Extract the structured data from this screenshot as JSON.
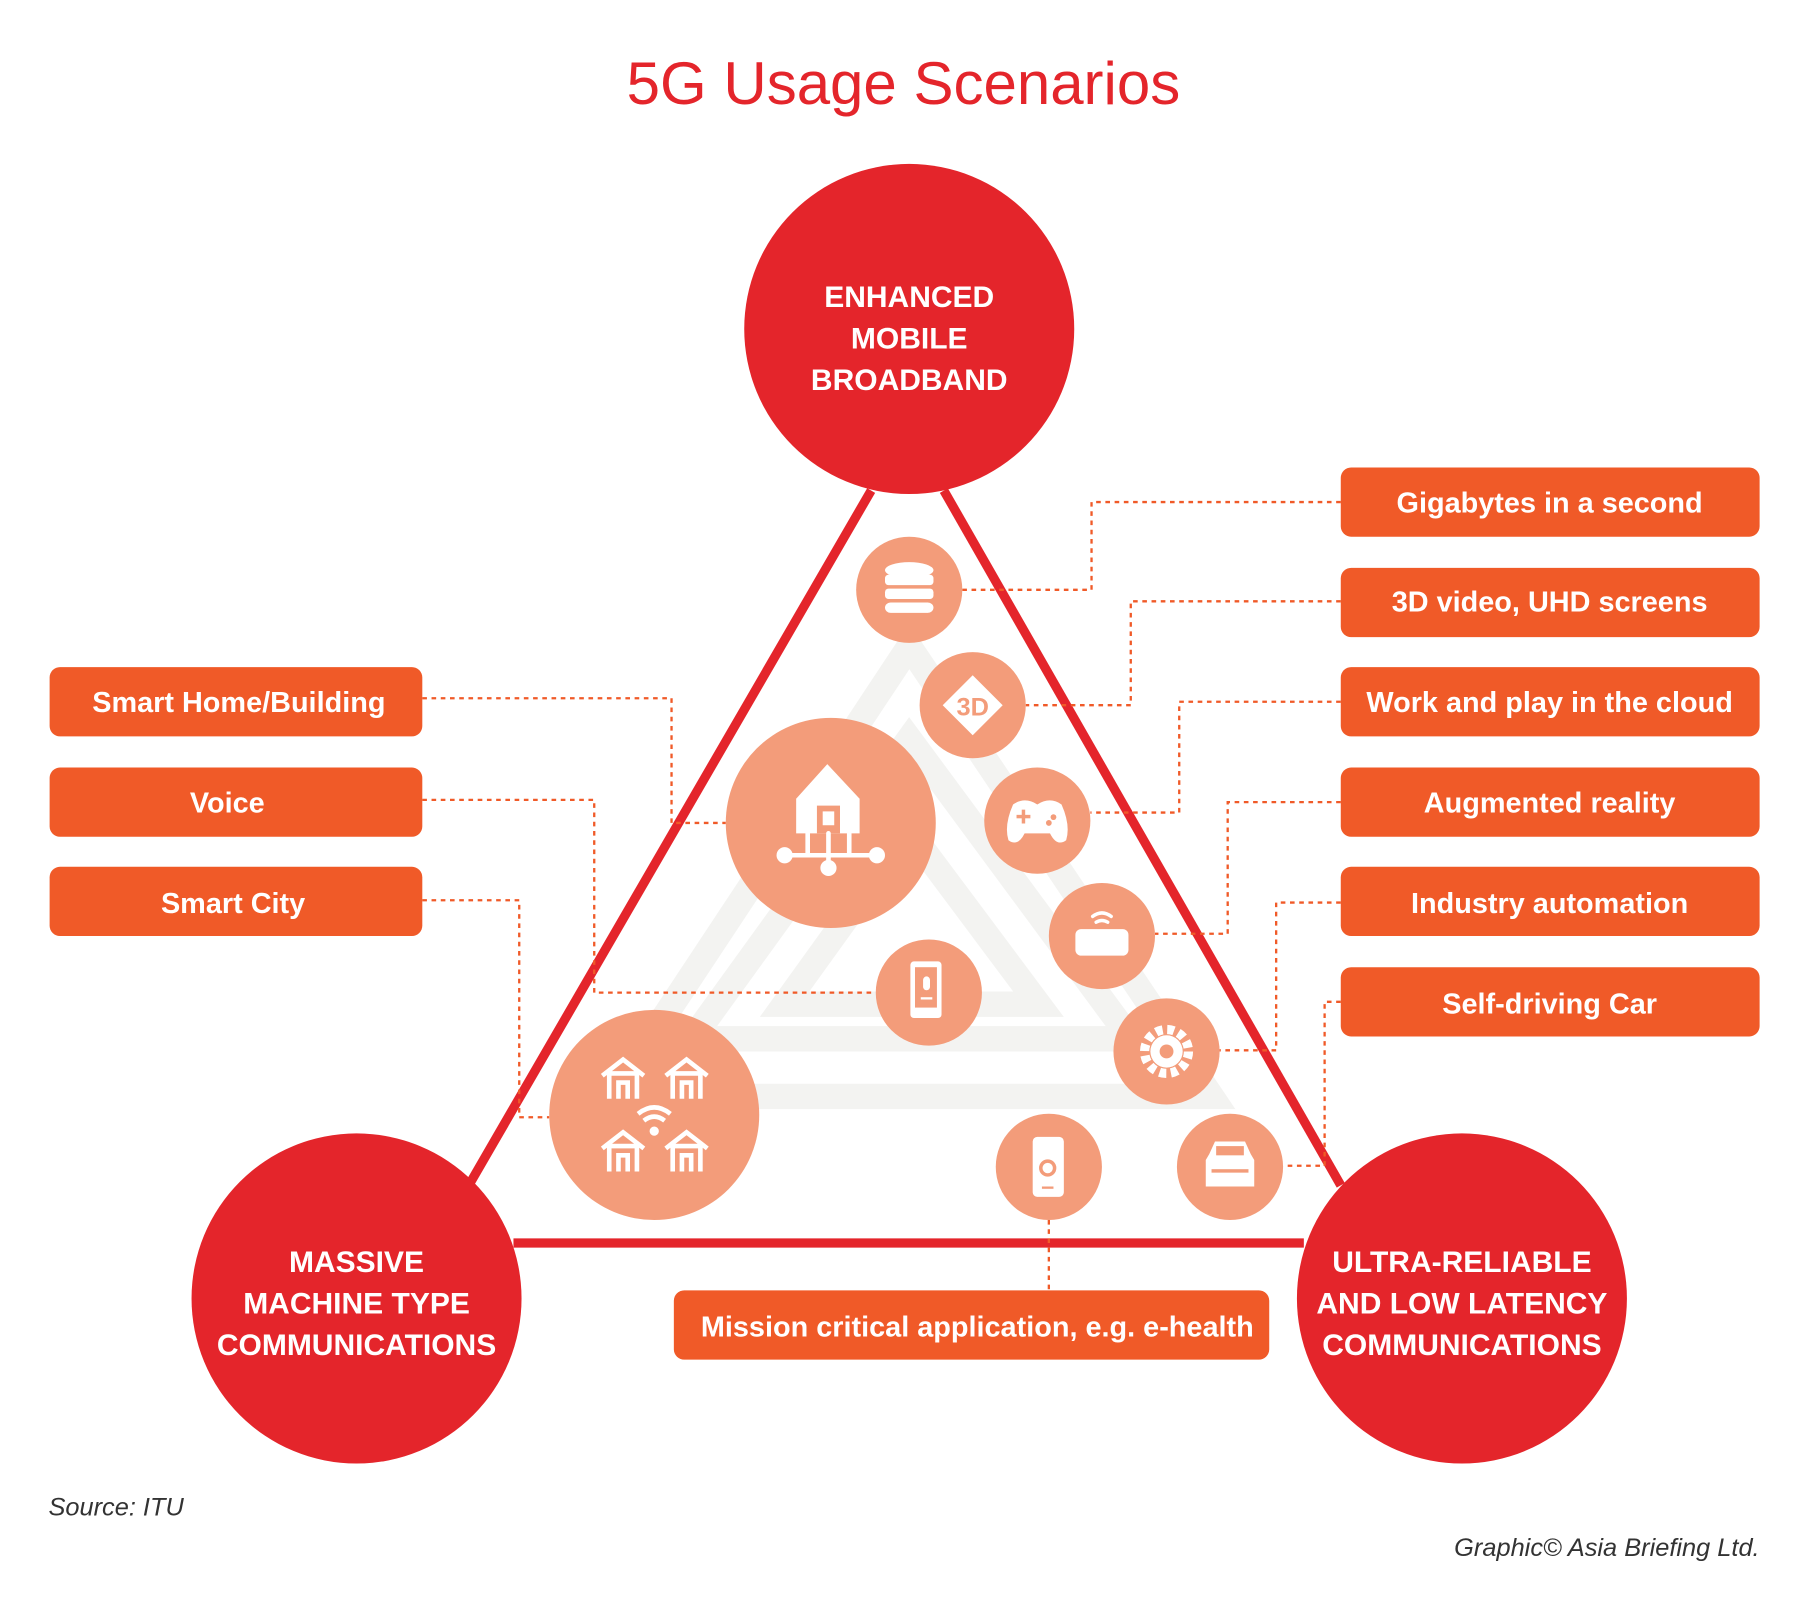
{
  "title": "5G Usage Scenarios",
  "hubs": {
    "embb": [
      "ENHANCED",
      "MOBILE",
      "BROADBAND"
    ],
    "mmtc": [
      "MASSIVE",
      "MACHINE TYPE",
      "COMMUNICATIONS"
    ],
    "urllc": [
      "ULTRA-RELIABLE",
      "AND LOW LATENCY",
      "COMMUNICATIONS"
    ]
  },
  "right_labels": [
    "Gigabytes in a second",
    "3D video, UHD screens",
    "Work and play in the cloud",
    "Augmented reality",
    "Industry automation",
    "Self-driving Car"
  ],
  "left_labels": [
    "Smart Home/Building",
    "Voice",
    "Smart City"
  ],
  "bottom_label": "Mission critical application, e.g. e-health",
  "icon_3d_text": "3D",
  "source": "Source: ITU",
  "credit": "Graphic© Asia Briefing Ltd.",
  "colors": {
    "hub": "#e4252b",
    "label": "#f05a28",
    "icon_circle": "#f39c7a"
  }
}
